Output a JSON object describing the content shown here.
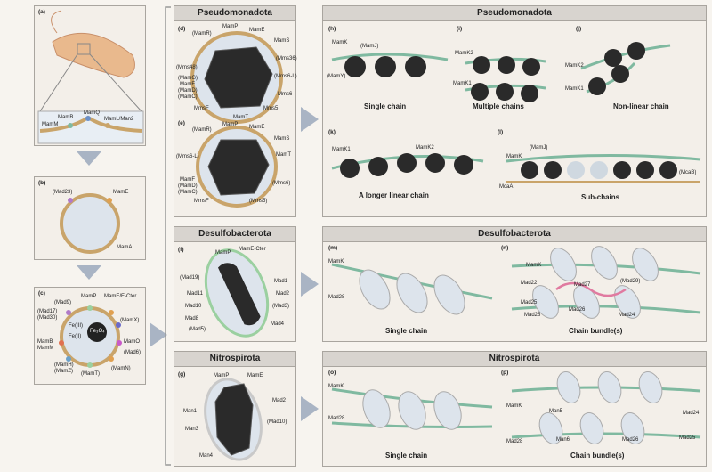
{
  "left": {
    "a": {
      "letter": "(a)",
      "labels": [
        "MamB",
        "MamQ",
        "MamL/Man2",
        "MamM"
      ]
    },
    "b": {
      "letter": "(b)",
      "labels": [
        "(Mad23)",
        "MamE",
        "MamA"
      ]
    },
    "c": {
      "letter": "(c)",
      "labels": [
        "(Mad9)",
        "MamP",
        "MamE/E-Cter",
        "(Mad17)",
        "(Mad30)",
        "(MamX)",
        "Fe(III)",
        "Fe(II)",
        "Fe₃O₄",
        "MamO",
        "MamB",
        "MamM",
        "(Mad6)",
        "(MamH)",
        "(MamZ)",
        "(MamT)",
        "(MamN)"
      ]
    }
  },
  "pseudo_left": {
    "title": "Pseudomonadota",
    "d": {
      "letter": "(d)",
      "labels": [
        "(MamR)",
        "MamP",
        "MamE",
        "MamS",
        "(Mms48)",
        "(Mms36)",
        "(MamG)",
        "MamF",
        "(MamD)",
        "(MamC)",
        "(Mms6-L)",
        "Mms6",
        "MmsF",
        "MamT",
        "Mms5"
      ]
    },
    "e": {
      "letter": "(e)",
      "labels": [
        "(MamR)",
        "MamP",
        "MamE",
        "MamS",
        "(Mms6-L)",
        "MamT",
        "MamF",
        "(MamD)",
        "(MamC)",
        "MmsF",
        "(Mms6)",
        "(Mms5)"
      ]
    }
  },
  "desulfo_left": {
    "title": "Desulfobacterota",
    "f": {
      "letter": "(f)",
      "labels": [
        "MamP",
        "MamE-Cter",
        "(Mad19)",
        "Mad1",
        "Mad11",
        "Mad2",
        "Mad10",
        "(Mad3)",
        "Mad8",
        "(Mad5)",
        "Mad4"
      ]
    }
  },
  "nitro_left": {
    "title": "Nitrospirota",
    "g": {
      "letter": "(g)",
      "labels": [
        "MamP",
        "MamE",
        "Mad2",
        "Man1",
        "(Mad10)",
        "Man3",
        "Man4"
      ]
    }
  },
  "pseudo_right": {
    "title": "Pseudomonadota",
    "h": {
      "letter": "(h)",
      "caption": "Single chain",
      "labels": [
        "MamK",
        "(MamJ)",
        "(MamY)"
      ]
    },
    "i": {
      "letter": "(i)",
      "caption": "Multiple chains",
      "labels": [
        "MamK2",
        "MamK1"
      ]
    },
    "j": {
      "letter": "(j)",
      "caption": "Non-linear chain",
      "labels": [
        "MamK2",
        "MamK1"
      ]
    },
    "k": {
      "letter": "(k)",
      "caption": "A longer linear chain",
      "labels": [
        "MamK1",
        "MamK2"
      ]
    },
    "l": {
      "letter": "(l)",
      "caption": "Sub-chains",
      "labels": [
        "(MamJ)",
        "MamK",
        "McaA",
        "(McaB)"
      ]
    }
  },
  "desulfo_right": {
    "title": "Desulfobacterota",
    "m": {
      "letter": "(m)",
      "caption": "Single chain",
      "labels": [
        "MamK",
        "Mad28"
      ]
    },
    "n": {
      "letter": "(n)",
      "caption": "Chain bundle(s)",
      "labels": [
        "MamK",
        "Mad22",
        "Mad27",
        "(Mad29)",
        "Mad25",
        "Mad26",
        "Mad28",
        "Mad24"
      ]
    }
  },
  "nitro_right": {
    "title": "Nitrospirota",
    "o": {
      "letter": "(o)",
      "caption": "Single chain",
      "labels": [
        "MamK",
        "Mad28"
      ]
    },
    "p": {
      "letter": "(p)",
      "caption": "Chain bundle(s)",
      "labels": [
        "MamK",
        "Man5",
        "Mad24",
        "Man6",
        "Mad26",
        "Mad25",
        "Mad28"
      ]
    }
  },
  "colors": {
    "filament": "#7fb9a0",
    "particle": "#2a2a2a",
    "membrane": "#c9a46a",
    "arrow": "#a9b4c4"
  }
}
